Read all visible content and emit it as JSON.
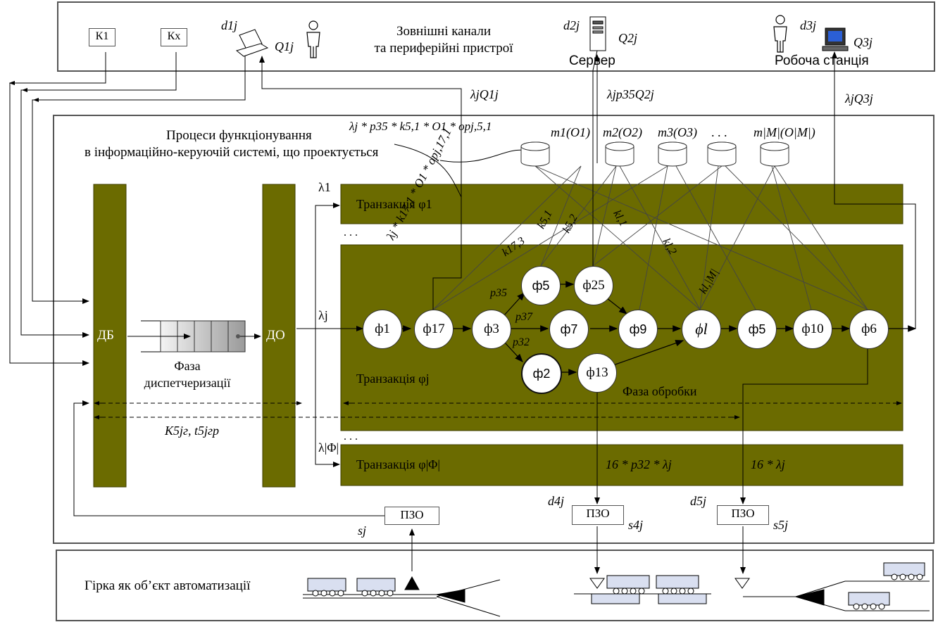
{
  "top": {
    "ext_channels_line1": "Зовнішні канали",
    "ext_channels_line2": "та периферійні пристрої",
    "k1": "К1",
    "kx": "Кх",
    "server": "Сервер",
    "workstation": "Робоча станція",
    "d1": "d1j",
    "q1": "Q1j",
    "d2": "d2j",
    "q2": "Q2j",
    "d3": "d3j",
    "q3": "Q3j"
  },
  "flows": {
    "lq1": "λjQ1j",
    "lpq2": "λjp35Q2j",
    "lq3": "λjQ3j",
    "formula_top": "λj * p35 * k5,1 * O1 * opj,5,1",
    "formula_diag": "λj * k17,1 * O1 * opj,17,1"
  },
  "main": {
    "process_title_line1": "Процеси функціонування",
    "process_title_line2": "в інформаційно-керуючій системі, що проектується",
    "db": "ДБ",
    "do": "ДО",
    "dispatch_line1": "Фаза",
    "dispatch_line2": "диспетчеризації",
    "processing_phase": "Фаза обробки",
    "k_gr": "K5jг, t5jгр"
  },
  "memory": {
    "labels": [
      "m1(O1)",
      "m2(O2)",
      "m3(O3)",
      ". . .",
      "m|M|(O|M|)"
    ]
  },
  "transactions": {
    "t1": "Транзакція φ1",
    "tj": "Транзакція  φj",
    "tphi": "Транзакція  φ|Φ|",
    "lambda1": "λ1",
    "lambdaj": "λj",
    "lambdaphi": "λ|Φ|",
    "formula_16p": "16 * p32 * λj",
    "formula_16": "16 * λj",
    "dots": ". . ."
  },
  "nodes": {
    "f1": "ф1",
    "f17": "ф17",
    "f3": "ф3",
    "f7": "ф7",
    "f9": "ф9",
    "fl": "ϕl",
    "f5b": "ф5",
    "f10": "ф10",
    "f6": "ф6",
    "f5": "ф5",
    "f25": "ф25",
    "f2": "ф2",
    "f13": "ф13"
  },
  "edge_labels": {
    "p35": "p35",
    "p37": "p37",
    "p32": "p32",
    "k51": "k5,1",
    "k52": "k5,2",
    "k173": "k17,3",
    "kl1": "kl,1",
    "kl2": "kl,2",
    "klm": "kl,|M|"
  },
  "bottom": {
    "pzo": "ПЗО",
    "sj": "sj",
    "s4": "s4j",
    "s5": "s5j",
    "d4": "d4j",
    "d5": "d5j",
    "hump": "Гірка як об’єкт автоматизації"
  },
  "colors": {
    "olive": "#6b6b00",
    "frame": "#555555"
  }
}
